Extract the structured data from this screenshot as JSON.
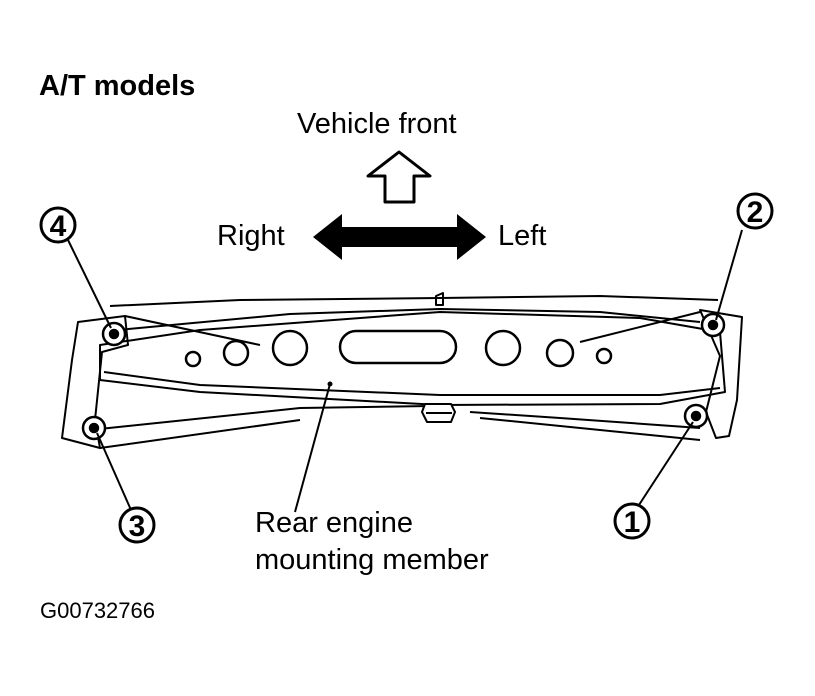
{
  "title": "A/T models",
  "direction": {
    "front": "Vehicle front",
    "right": "Right",
    "left": "Left"
  },
  "callouts": [
    "1",
    "2",
    "3",
    "4"
  ],
  "member_label": [
    "Rear engine",
    "mounting member"
  ],
  "figure_code": "G00732766"
}
